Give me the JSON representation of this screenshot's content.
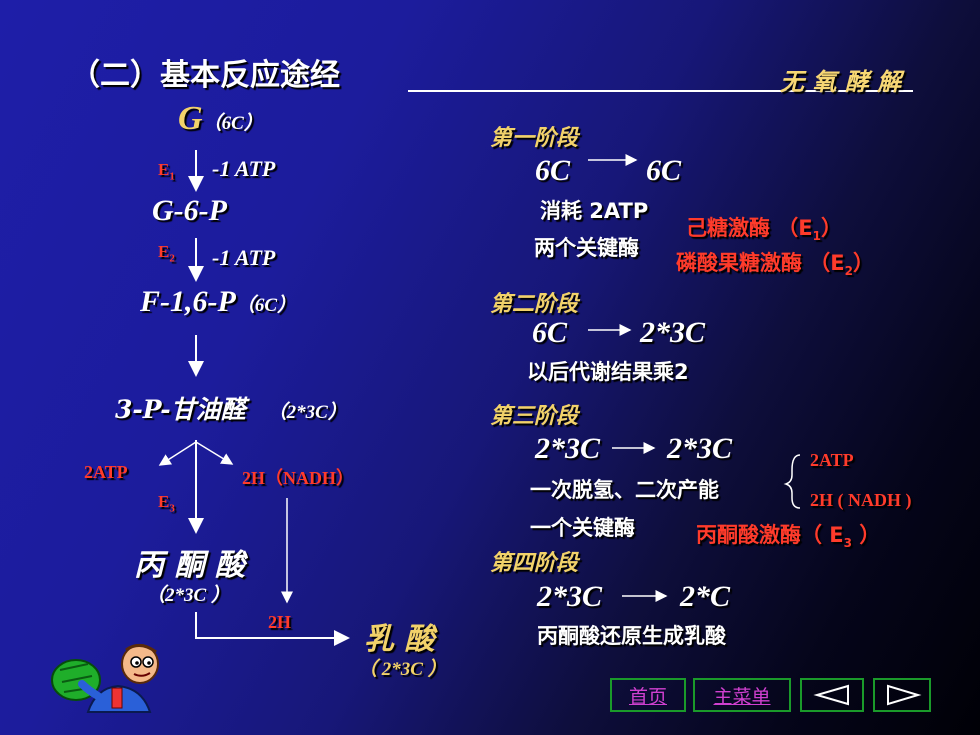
{
  "title": "（二）基本反应途经",
  "subtitle": "无 氧 酵 解",
  "pathway": {
    "glucose": "G",
    "glucose_carbon": "（6C）",
    "e1": "E",
    "e1_sub": "1",
    "step1_atp": "-1 ATP",
    "g6p": "G-6-P",
    "e2": "E",
    "e2_sub": "2",
    "step2_atp": "-1 ATP",
    "f16p": "F-1,6-P",
    "f16p_carbon": "（6C）",
    "g3p": "3-P-甘油醛",
    "g3p_carbon": "（2*3C）",
    "branch_atp": "2ATP",
    "branch_nadh": "2H（NADH）",
    "e3": "E",
    "e3_sub": "3",
    "pyruvate": "丙 酮 酸",
    "pyruvate_carbon": "（2*3C ）",
    "h2": "2H",
    "lactate": "乳 酸",
    "lactate_carbon": "（ 2*3C ）"
  },
  "stages": {
    "s1_title": "第一阶段",
    "s1_from": "6C",
    "s1_to": "6C",
    "s1_note1": "消耗 2ATP",
    "s1_note2": "两个关键酶",
    "s1_enz1": "己糖激酶 （E",
    "s1_enz1_sub": "1",
    "s1_enz1_end": "）",
    "s1_enz2": "磷酸果糖激酶 （E",
    "s1_enz2_sub": "2",
    "s1_enz2_end": "）",
    "s2_title": "第二阶段",
    "s2_from": "6C",
    "s2_to": "2*3C",
    "s2_note": "以后代谢结果乘2",
    "s3_title": "第三阶段",
    "s3_from": "2*3C",
    "s3_to": "2*3C",
    "s3_note1": "一次脱氢、二次产能",
    "s3_brace1": "2ATP",
    "s3_brace2": "2H ( NADH )",
    "s3_note2": "一个关键酶",
    "s3_enz": "丙酮酸激酶（ E",
    "s3_enz_sub": "3",
    "s3_enz_end": " ）",
    "s4_title": "第四阶段",
    "s4_from": "2*3C",
    "s4_to": "2*C",
    "s4_note": "丙酮酸还原生成乳酸"
  },
  "nav": {
    "home": "首页",
    "menu": "主菜单"
  },
  "colors": {
    "accent_yellow": "#f2d26a",
    "enzyme_red": "#ff3b2b",
    "nav_border": "#1a9a2a",
    "link_magenta": "#d040d0"
  }
}
